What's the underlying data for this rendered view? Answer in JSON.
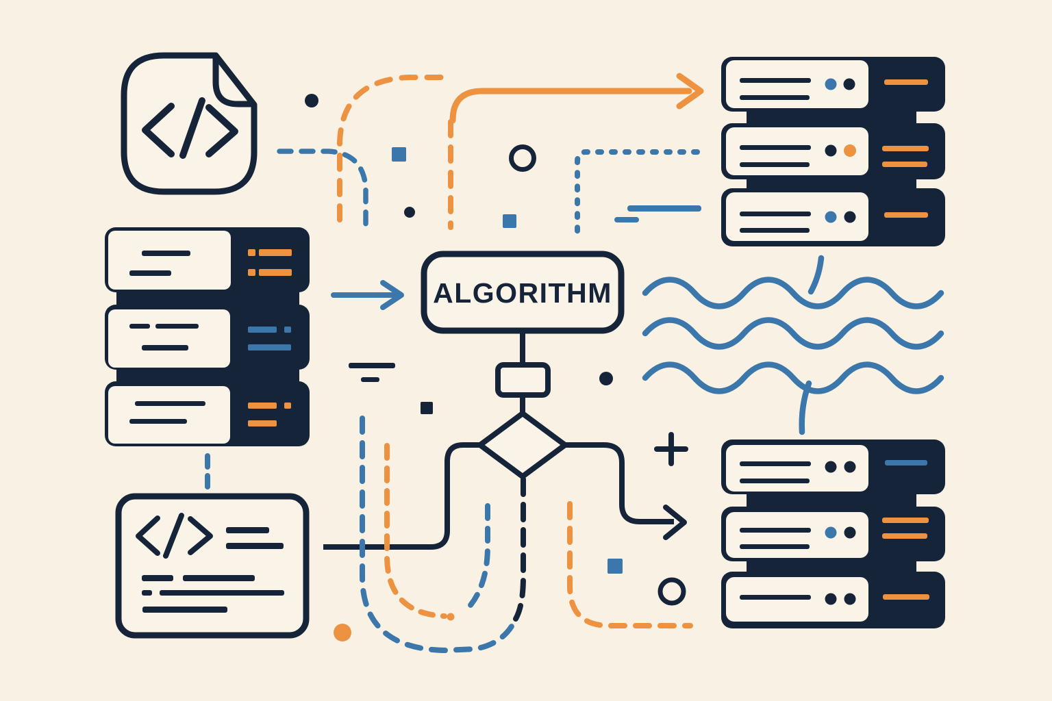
{
  "illustration": {
    "title": "Algorithm flow illustration",
    "label": "ALGORITHM"
  },
  "colors": {
    "background": "#f9f2e4",
    "panel": "#faf4e8",
    "navy": "#16243a",
    "orange": "#ec9240",
    "blue": "#3b77ab"
  },
  "components": {
    "top_left": "code-file-icon",
    "middle_left": "server-stack-left",
    "bottom_left": "code-snippet-card",
    "center_nodes": [
      "algorithm-box",
      "process-node",
      "decision-diamond"
    ],
    "top_right": "server-stack-top-right",
    "bottom_right": "server-stack-bottom-right",
    "right_middle": "wave-lines",
    "flow": [
      "orange-flow-arrow",
      "blue-input-arrow",
      "decision-output-arrow",
      "dashed-flow-paths"
    ]
  }
}
